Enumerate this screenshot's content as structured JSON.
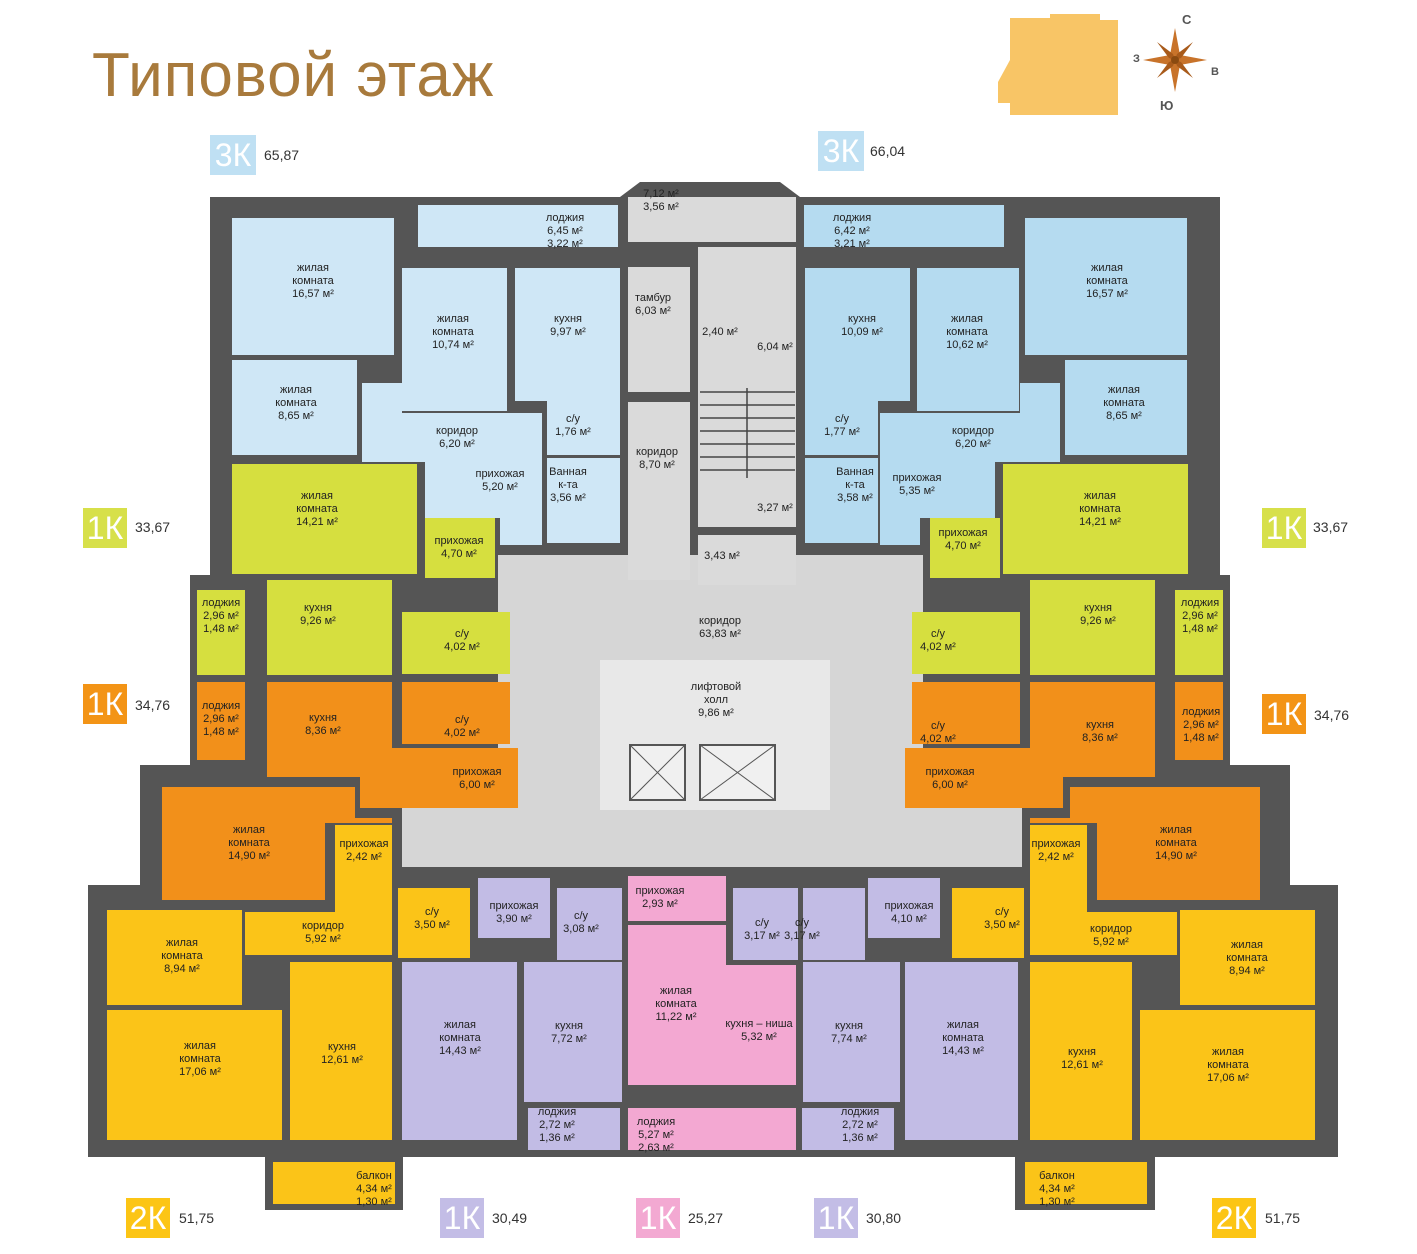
{
  "title": "Типовой этаж",
  "compass": {
    "n": "С",
    "s": "Ю",
    "w": "З",
    "e": "В"
  },
  "colors": {
    "3k": "#bfe0f3",
    "3k_room": "#cfe7f6",
    "1k_green": "#d7e04a",
    "1k_orange": "#f39416",
    "2k": "#fcc515",
    "1k_purple": "#c3bde6",
    "1k_pink": "#f3a9d2",
    "common": "#d8d8d8",
    "wall": "#555555",
    "compass": "#c8732a",
    "title": "#a87a3c"
  },
  "apartments": [
    {
      "id": "3k-left",
      "label": "3К",
      "area": "65,87",
      "color": "#bfe0f3"
    },
    {
      "id": "3k-right",
      "label": "3К",
      "area": "66,04",
      "color": "#bfe0f3"
    },
    {
      "id": "1k-green-left",
      "label": "1К",
      "area": "33,67",
      "color": "#d7e04a"
    },
    {
      "id": "1k-green-right",
      "label": "1К",
      "area": "33,67",
      "color": "#d7e04a"
    },
    {
      "id": "1k-orange-left",
      "label": "1К",
      "area": "34,76",
      "color": "#f39416"
    },
    {
      "id": "1k-orange-right",
      "label": "1К",
      "area": "34,76",
      "color": "#f39416"
    },
    {
      "id": "2k-left",
      "label": "2К",
      "area": "51,75",
      "color": "#fcc515"
    },
    {
      "id": "1k-purple-left",
      "label": "1К",
      "area": "30,49",
      "color": "#c3bde6"
    },
    {
      "id": "1k-pink",
      "label": "1К",
      "area": "25,27",
      "color": "#f3a9d2"
    },
    {
      "id": "1k-purple-right",
      "label": "1К",
      "area": "30,80",
      "color": "#c3bde6"
    },
    {
      "id": "2k-right",
      "label": "2К",
      "area": "51,75",
      "color": "#fcc515"
    }
  ],
  "rooms": [
    {
      "name": "жилая\nкомната",
      "area": "16,57 м²"
    },
    {
      "name": "жилая\nкомната",
      "area": "10,74 м²"
    },
    {
      "name": "кухня",
      "area": "9,97 м²"
    },
    {
      "name": "жилая\nкомната",
      "area": "8,65 м²"
    },
    {
      "name": "коридор",
      "area": "6,20 м²"
    },
    {
      "name": "прихожая",
      "area": "5,20 м²"
    },
    {
      "name": "с/у",
      "area": "1,76 м²"
    },
    {
      "name": "Ванная\nк-та",
      "area": "3,56 м²"
    },
    {
      "name": "лоджия",
      "area": "6,45 м²\n3,22 м²"
    },
    {
      "name": "тамбур",
      "area": "6,03 м²"
    },
    {
      "name": "",
      "area": "7,12 м²\n3,56 м²"
    },
    {
      "name": "",
      "area": "2,40 м²"
    },
    {
      "name": "",
      "area": "6,04 м²"
    },
    {
      "name": "коридор",
      "area": "8,70 м²"
    },
    {
      "name": "",
      "area": "3,27 м²"
    },
    {
      "name": "",
      "area": "3,43 м²"
    },
    {
      "name": "лоджия",
      "area": "6,42 м²\n3,21 м²"
    },
    {
      "name": "кухня",
      "area": "10,09 м²"
    },
    {
      "name": "жилая\nкомната",
      "area": "10,62 м²"
    },
    {
      "name": "жилая\nкомната",
      "area": "16,57 м²"
    },
    {
      "name": "жилая\nкомната",
      "area": "8,65 м²"
    },
    {
      "name": "коридор",
      "area": "6,20 м²"
    },
    {
      "name": "прихожая",
      "area": "5,35 м²"
    },
    {
      "name": "с/у",
      "area": "1,77 м²"
    },
    {
      "name": "Ванная\nк-та",
      "area": "3,58 м²"
    },
    {
      "name": "жилая\nкомната",
      "area": "14,21 м²"
    },
    {
      "name": "прихожая",
      "area": "4,70 м²"
    },
    {
      "name": "кухня",
      "area": "9,26 м²"
    },
    {
      "name": "с/у",
      "area": "4,02 м²"
    },
    {
      "name": "лоджия",
      "area": "2,96 м²\n1,48 м²"
    },
    {
      "name": "жилая\nкомната",
      "area": "14,21 м²"
    },
    {
      "name": "прихожая",
      "area": "4,70 м²"
    },
    {
      "name": "кухня",
      "area": "9,26 м²"
    },
    {
      "name": "с/у",
      "area": "4,02 м²"
    },
    {
      "name": "лоджия",
      "area": "2,96 м²\n1,48 м²"
    },
    {
      "name": "коридор",
      "area": "63,83 м²"
    },
    {
      "name": "лифтовой\nхолл",
      "area": "9,86 м²"
    },
    {
      "name": "кухня",
      "area": "8,36 м²"
    },
    {
      "name": "с/у",
      "area": "4,02 м²"
    },
    {
      "name": "лоджия",
      "area": "2,96 м²\n1,48 м²"
    },
    {
      "name": "прихожая",
      "area": "6,00 м²"
    },
    {
      "name": "жилая\nкомната",
      "area": "14,90 м²"
    },
    {
      "name": "кухня",
      "area": "8,36 м²"
    },
    {
      "name": "с/у",
      "area": "4,02 м²"
    },
    {
      "name": "лоджия",
      "area": "2,96 м²\n1,48 м²"
    },
    {
      "name": "прихожая",
      "area": "6,00 м²"
    },
    {
      "name": "жилая\nкомната",
      "area": "14,90 м²"
    },
    {
      "name": "прихожая",
      "area": "2,42 м²"
    },
    {
      "name": "коридор",
      "area": "5,92 м²"
    },
    {
      "name": "жилая\nкомната",
      "area": "8,94 м²"
    },
    {
      "name": "жилая\nкомната",
      "area": "17,06 м²"
    },
    {
      "name": "кухня",
      "area": "12,61 м²"
    },
    {
      "name": "с/у",
      "area": "3,50 м²"
    },
    {
      "name": "балкон",
      "area": "4,34 м²\n1,30 м²"
    },
    {
      "name": "прихожая",
      "area": "3,90 м²"
    },
    {
      "name": "с/у",
      "area": "3,08 м²"
    },
    {
      "name": "жилая\nкомната",
      "area": "14,43 м²"
    },
    {
      "name": "кухня",
      "area": "7,72 м²"
    },
    {
      "name": "лоджия",
      "area": "2,72 м²\n1,36 м²"
    },
    {
      "name": "прихожая",
      "area": "2,93 м²"
    },
    {
      "name": "жилая\nкомната",
      "area": "11,22 м²"
    },
    {
      "name": "кухня – ниша",
      "area": "5,32 м²"
    },
    {
      "name": "с/у",
      "area": "3,17 м²"
    },
    {
      "name": "лоджия",
      "area": "5,27 м²\n2,63 м²"
    },
    {
      "name": "прихожая",
      "area": "4,10 м²"
    },
    {
      "name": "с/у",
      "area": "3,17 м²"
    },
    {
      "name": "кухня",
      "area": "7,74 м²"
    },
    {
      "name": "жилая\nкомната",
      "area": "14,43 м²"
    },
    {
      "name": "лоджия",
      "area": "2,72 м²\n1,36 м²"
    },
    {
      "name": "прихожая",
      "area": "2,42 м²"
    },
    {
      "name": "коридор",
      "area": "5,92 м²"
    },
    {
      "name": "жилая\nкомната",
      "area": "8,94 м²"
    },
    {
      "name": "жилая\nкомната",
      "area": "17,06 м²"
    },
    {
      "name": "кухня",
      "area": "12,61 м²"
    },
    {
      "name": "с/у",
      "area": "3,50 м²"
    },
    {
      "name": "балкон",
      "area": "4,34 м²\n1,30 м²"
    }
  ]
}
